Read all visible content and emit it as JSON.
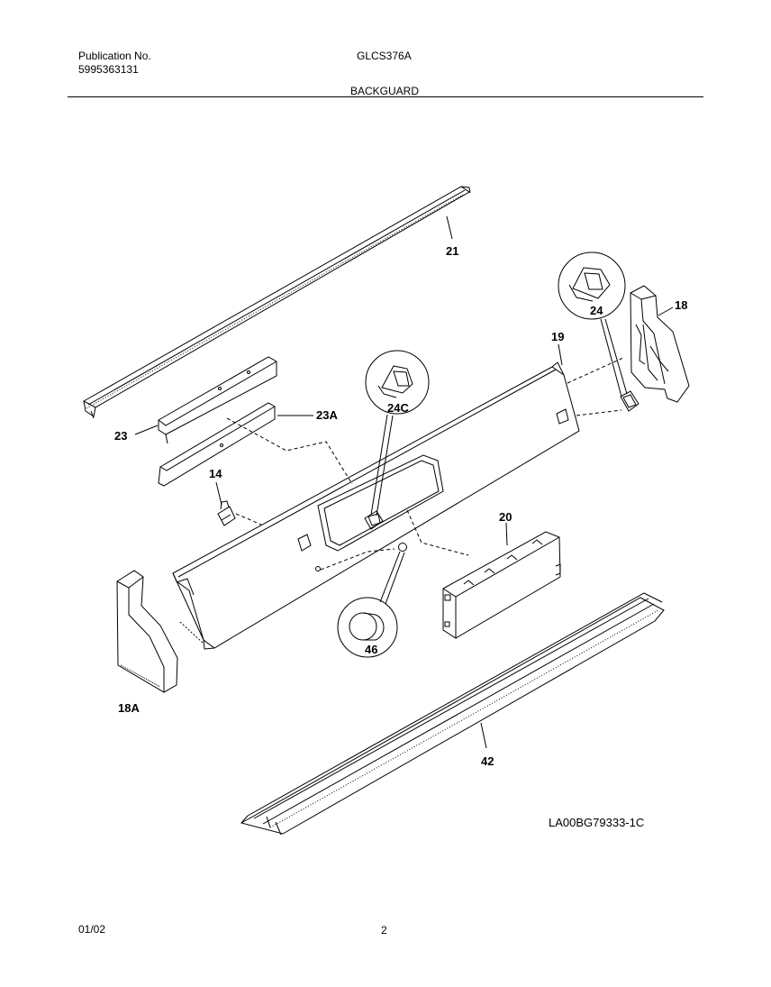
{
  "header": {
    "publication_label": "Publication No.",
    "publication_number": "5995363131",
    "model": "GLCS376A",
    "section": "BACKGUARD"
  },
  "diagram": {
    "parts": [
      {
        "id": "21",
        "label": "21"
      },
      {
        "id": "18",
        "label": "18"
      },
      {
        "id": "24",
        "label": "24"
      },
      {
        "id": "19",
        "label": "19"
      },
      {
        "id": "24C",
        "label": "24C"
      },
      {
        "id": "23",
        "label": "23"
      },
      {
        "id": "23A",
        "label": "23A"
      },
      {
        "id": "14",
        "label": "14"
      },
      {
        "id": "20",
        "label": "20"
      },
      {
        "id": "46",
        "label": "46"
      },
      {
        "id": "18A",
        "label": "18A"
      },
      {
        "id": "42",
        "label": "42"
      }
    ],
    "drawing_id": "LA00BG79333-1C"
  },
  "footer": {
    "date": "01/02",
    "page": "2"
  }
}
